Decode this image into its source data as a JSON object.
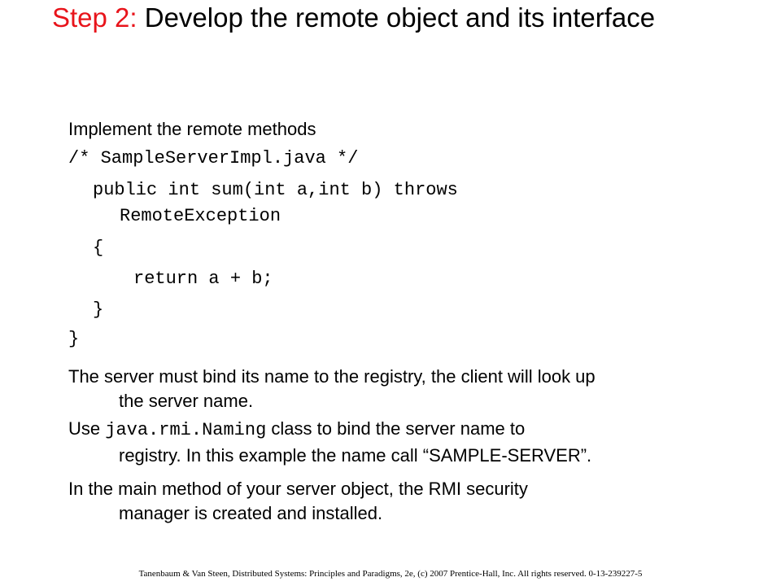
{
  "title": {
    "step": "Step 2:",
    "text": " Develop the remote object and its interface"
  },
  "body": {
    "intro": "Implement the remote methods",
    "code": {
      "comment": "/* SampleServerImpl.java */",
      "signature_line1": "public int sum(int a,int b) throws",
      "signature_line2": "RemoteException",
      "open_brace": "{",
      "return_stmt": "return a + b;",
      "close_brace_inner": "}",
      "close_brace_outer": "}"
    },
    "para1_line1": "The server must bind its name to the registry, the client will look up",
    "para1_line2": "the server name.",
    "para2_prefix": "Use ",
    "para2_code": "java.rmi.Naming",
    "para2_suffix": " class to bind the server name to",
    "para2_line2": "registry. In this example the name call “SAMPLE-SERVER”.",
    "para3_line1": "In the main method of your server object, the RMI security",
    "para3_line2": "manager is created and installed."
  },
  "footer": "Tanenbaum & Van Steen, Distributed Systems: Principles and Paradigms, 2e, (c) 2007 Prentice-Hall, Inc. All rights reserved. 0-13-239227-5"
}
